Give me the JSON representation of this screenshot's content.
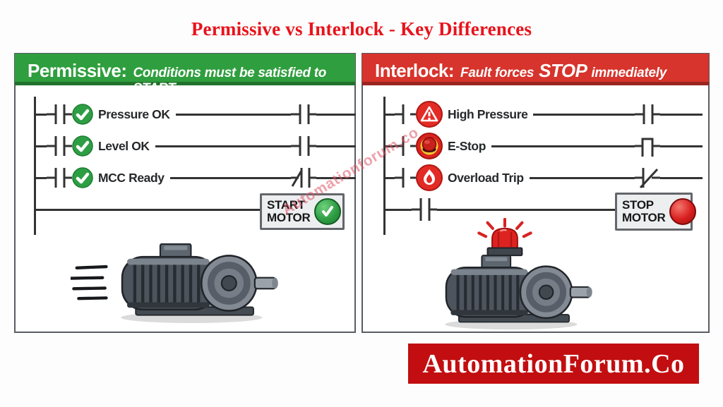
{
  "title": "Permissive vs Interlock - Key Differences",
  "watermark": "Automationforum.co",
  "panels": {
    "permissive": {
      "header": {
        "term": "Permissive:",
        "subtitle": "Conditions must be satisfied to START"
      },
      "rungs": [
        {
          "label": "Pressure OK",
          "icon": "check-circle-icon",
          "contact": "normally-open"
        },
        {
          "label": "Level OK",
          "icon": "check-circle-icon",
          "contact": "normally-open"
        },
        {
          "label": "MCC Ready",
          "icon": "check-circle-icon",
          "contact": "normally-closed"
        }
      ],
      "output": {
        "line1": "START",
        "line2": "MOTOR",
        "button": "green-check-button"
      },
      "motor_state": "running"
    },
    "interlock": {
      "header": {
        "term": "Interlock:",
        "subtitle_pre": "Fault forces",
        "subtitle_emph": "STOP",
        "subtitle_post": "immediately"
      },
      "rungs": [
        {
          "label": "High Pressure",
          "icon": "warning-triangle-icon",
          "contact": "normally-open"
        },
        {
          "label": "E-Stop",
          "icon": "estop-button-icon",
          "contact": "normally-closed-bridge"
        },
        {
          "label": "Overload Trip",
          "icon": "flame-icon",
          "contact": "normally-closed-slash"
        }
      ],
      "output": {
        "line1": "STOP",
        "line2": "MOTOR",
        "button": "red-stop-button"
      },
      "motor_state": "stopped-alarm"
    }
  },
  "footer": {
    "brand": "AutomationForum.Co"
  },
  "colors": {
    "title_red": "#e8131b",
    "green_header": "#2f9e3e",
    "red_header": "#d6342c",
    "banner_red": "#c20e10",
    "ladder_line": "#333333",
    "ok_green": "#2e9e44",
    "alarm_red": "#dd2321"
  },
  "icons": [
    "check-circle-icon",
    "warning-triangle-icon",
    "estop-button-icon",
    "flame-icon",
    "start-button-icon",
    "stop-button-icon",
    "beacon-icon",
    "speed-lines-icon",
    "motor-icon"
  ]
}
